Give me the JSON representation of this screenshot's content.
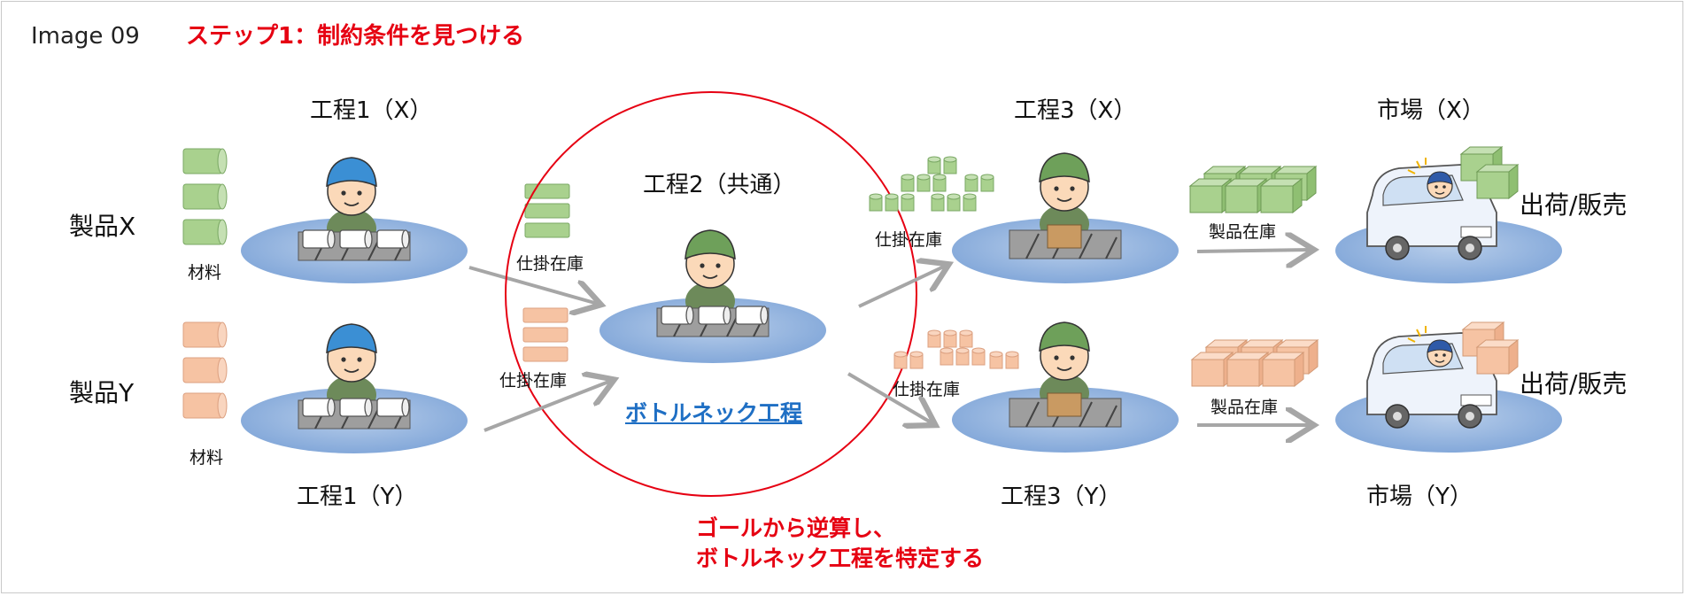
{
  "header": {
    "image_id": "Image 09",
    "title": "ステップ1：制約条件を見つける"
  },
  "products": {
    "x": {
      "label": "製品X",
      "material_label": "材料"
    },
    "y": {
      "label": "製品Y",
      "material_label": "材料"
    }
  },
  "processes": {
    "p1x": "工程1（X）",
    "p1y": "工程1（Y）",
    "p2": "工程2（共通）",
    "p3x": "工程3（X）",
    "p3y": "工程3（Y）"
  },
  "markets": {
    "x": "市場（X）",
    "y": "市場（Y）",
    "ship_x": "出荷/販売",
    "ship_y": "出荷/販売"
  },
  "inventory": {
    "wip_1x": "仕掛在庫",
    "wip_1y": "仕掛在庫",
    "wip_3x": "仕掛在庫",
    "wip_3y": "仕掛在庫",
    "finished_x": "製品在庫",
    "finished_y": "製品在庫"
  },
  "bottleneck_label": "ボトルネック工程",
  "note": {
    "line1": "ゴールから逆算し、",
    "line2": "ボトルネック工程を特定する"
  },
  "colors": {
    "title_red": "#e60012",
    "bottleneck_blue": "#1f6fc4",
    "ellipse_blue": "#8fb2de",
    "green_stock": "#a9d18e",
    "orange_stock": "#f6c3a3",
    "arrow_gray": "#a6a6a6",
    "circle_red": "#e60012"
  }
}
